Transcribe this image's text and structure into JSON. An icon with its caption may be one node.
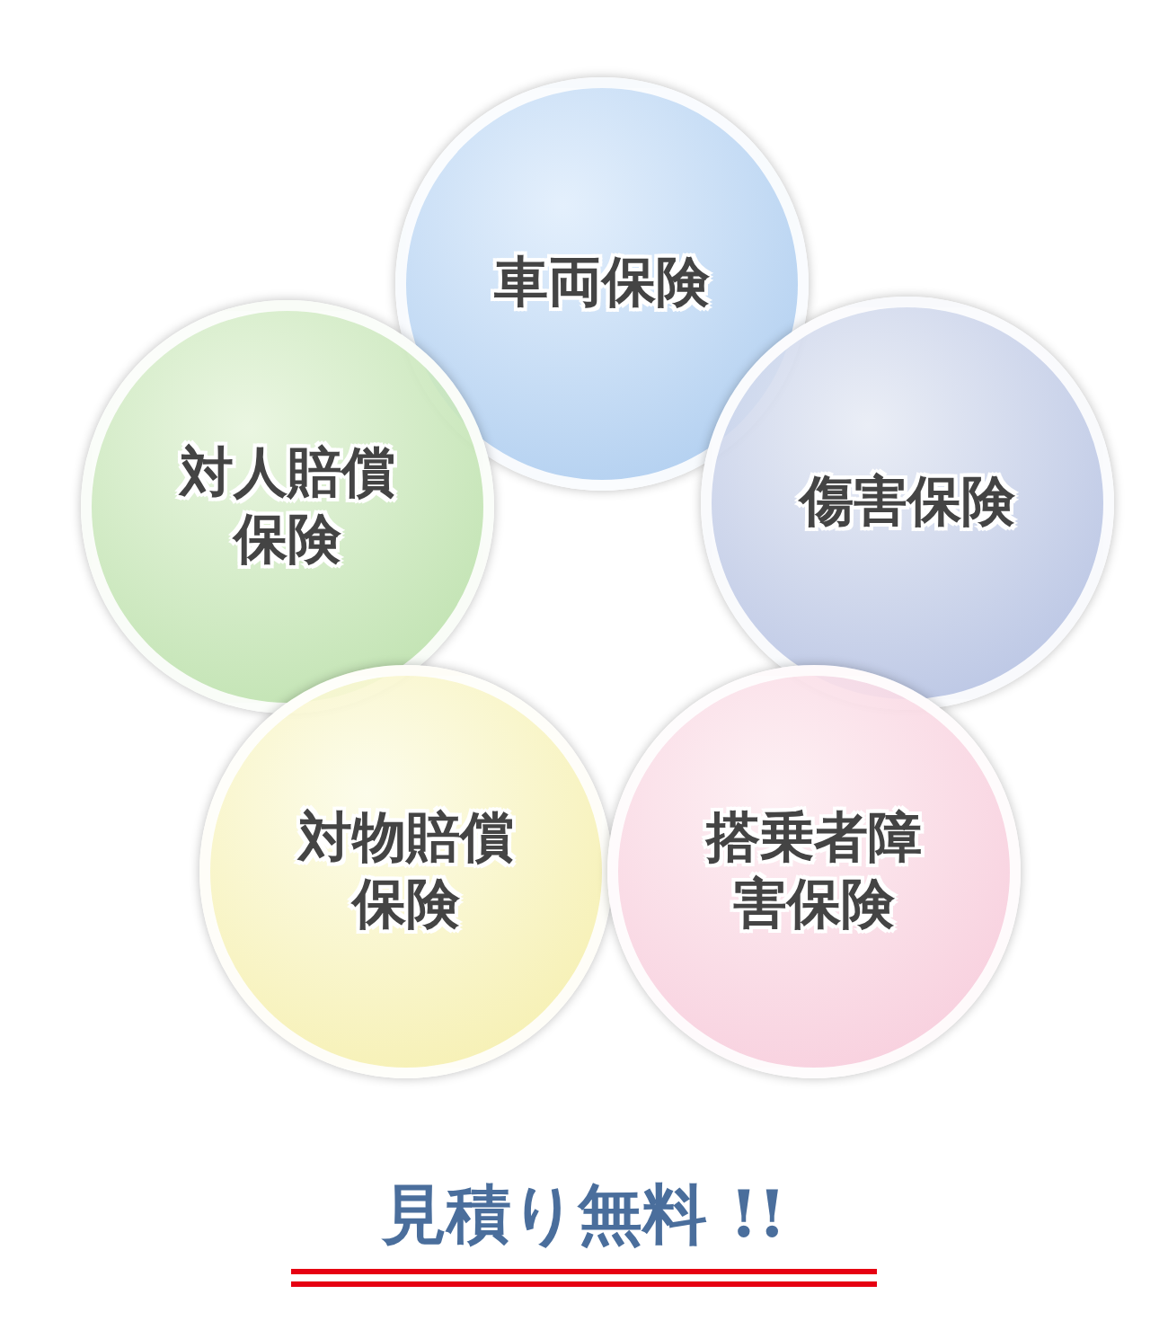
{
  "diagram": {
    "nodes": [
      {
        "text": [
          "車両保険"
        ]
      },
      {
        "text": [
          "対人賠償保険"
        ]
      },
      {
        "text": [
          "傷害保険"
        ]
      },
      {
        "text": [
          "対物賠償保険"
        ]
      },
      {
        "text": [
          "搭乗者障害保険"
        ]
      }
    ],
    "labels": [
      "見積り無料 !!"
    ]
  }
}
